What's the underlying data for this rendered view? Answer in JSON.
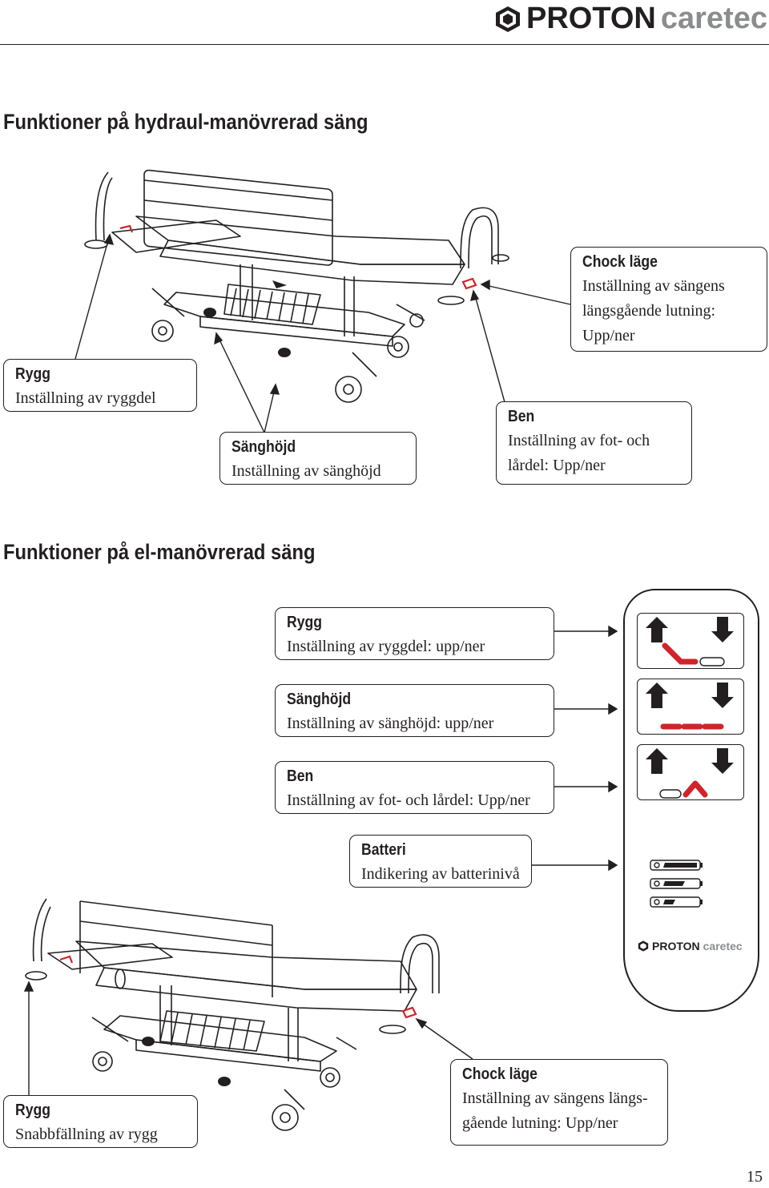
{
  "header": {
    "brand": "PROTON",
    "brand_suffix": "caretec"
  },
  "section1": {
    "title": "Funktioner på hydraul-manövrerad säng",
    "labels": {
      "chock": {
        "title": "Chock läge",
        "lines": [
          "Inställning av sängens",
          "längsgående lutning:",
          "Upp/ner"
        ]
      },
      "rygg": {
        "title": "Rygg",
        "lines": [
          "Inställning av ryggdel"
        ]
      },
      "sanghojd": {
        "title": "Sänghöjd",
        "lines": [
          "Inställning av sänghöjd"
        ]
      },
      "ben": {
        "title": "Ben",
        "lines": [
          "Inställning av fot- och",
          "lårdel: Upp/ner"
        ]
      }
    }
  },
  "section2": {
    "title": "Funktioner på el-manövrerad säng",
    "labels": {
      "rygg": {
        "title": "Rygg",
        "lines": [
          "Inställning av ryggdel: upp/ner"
        ]
      },
      "sanghojd": {
        "title": "Sänghöjd",
        "lines": [
          "Inställning av sänghöjd: upp/ner"
        ]
      },
      "ben": {
        "title": "Ben",
        "lines": [
          "Inställning av fot- och lårdel: Upp/ner"
        ]
      },
      "batteri": {
        "title": "Batteri",
        "lines": [
          "Indikering av batterinivå"
        ]
      }
    },
    "remote": {
      "brand": "PROTON",
      "brand_suffix": "caretec"
    },
    "bottom_labels": {
      "rygg": {
        "title": "Rygg",
        "lines": [
          "Snabbfällning av rygg"
        ]
      },
      "chock": {
        "title": "Chock läge",
        "lines": [
          "Inställning av sängens längs-",
          "gående lutning: Upp/ner"
        ]
      }
    }
  },
  "page_number": "15",
  "colors": {
    "ink": "#231f20",
    "accent": "#d2232a",
    "grey": "#8a8c8e"
  }
}
